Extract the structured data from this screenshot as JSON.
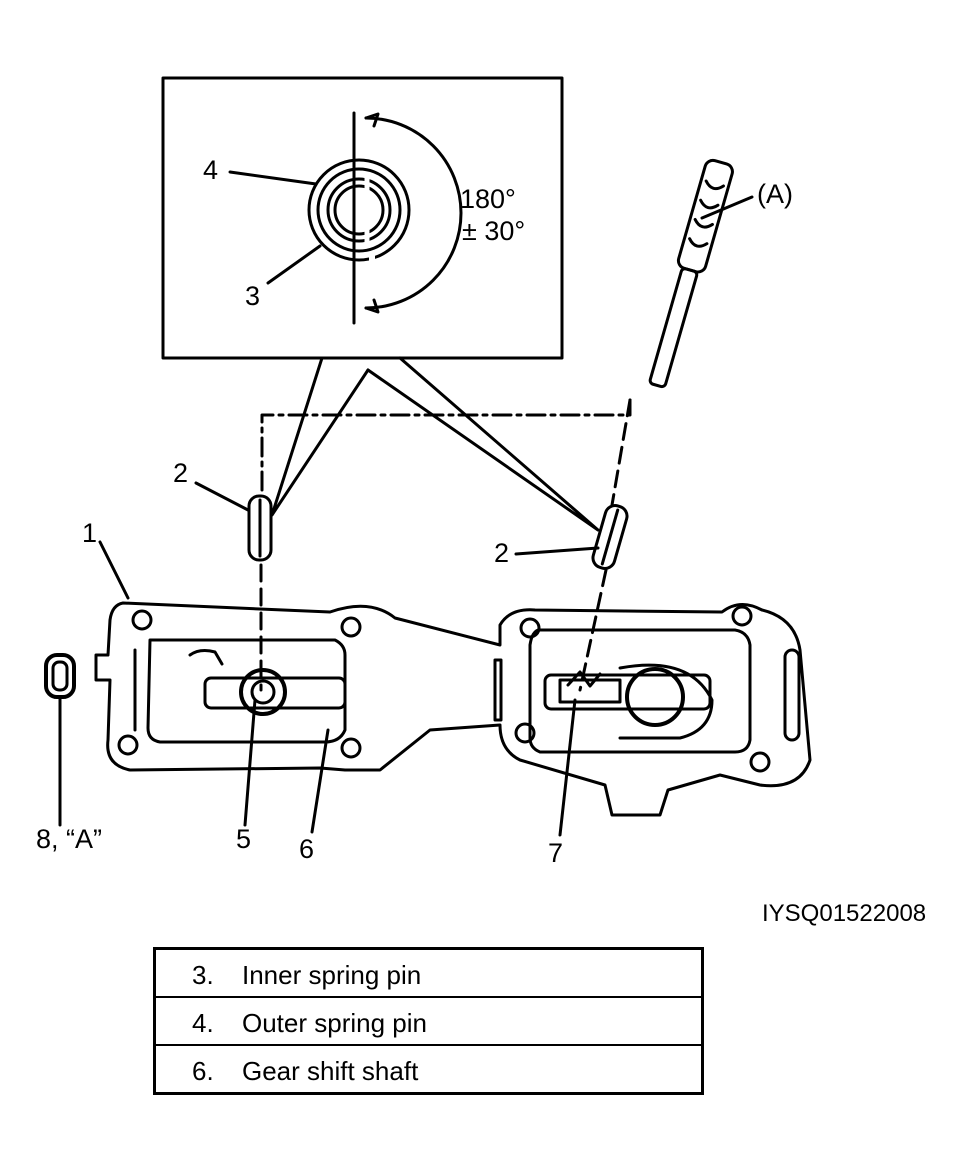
{
  "callouts": {
    "c1": "1",
    "c2a": "2",
    "c2b": "2",
    "c3": "3",
    "c4": "4",
    "c5": "5",
    "c6": "6",
    "c7": "7",
    "c8": "8, “A”",
    "tool": "(A)",
    "angle_line1": "180°",
    "angle_line2": "± 30°"
  },
  "figure_id": "IYSQ01522008",
  "legend": [
    {
      "num": "3.",
      "text": "Inner spring pin"
    },
    {
      "num": "4.",
      "text": "Outer spring pin"
    },
    {
      "num": "6.",
      "text": "Gear shift shaft"
    }
  ]
}
